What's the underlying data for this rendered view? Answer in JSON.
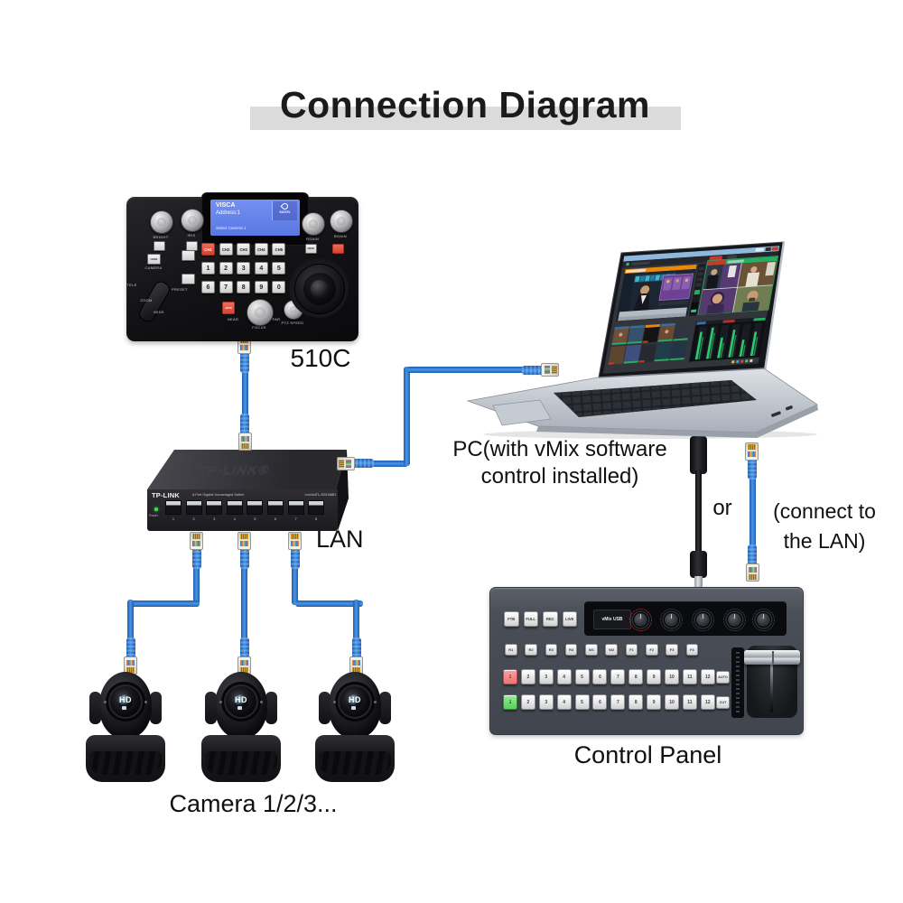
{
  "title": "Connection Diagram",
  "joystick_controller": {
    "label": "510C",
    "screen": {
      "protocol": "VISCA",
      "address": "Address:1",
      "status": "Select Camera 1",
      "brand": "KATOV"
    },
    "knob_labels": {
      "bright": "BRIGHT",
      "iris": "IRIS",
      "rgain": "RGAIN",
      "bgain": "BGAIN"
    },
    "channel_buttons": [
      "CH1",
      "CH2",
      "CH3",
      "CH4",
      "CH5"
    ],
    "digit_rows": [
      [
        "1",
        "2",
        "3",
        "4",
        "5"
      ],
      [
        "6",
        "7",
        "8",
        "9",
        "0"
      ]
    ],
    "labels": {
      "camera": "CAMERA",
      "preset": "PRESET",
      "tele": "TELE",
      "zoom": "ZOOM",
      "wide": "WIDE",
      "near": "NEAR",
      "focus": "FOCUS",
      "far": "FAR",
      "ptz_speed": "PTZ SPEED",
      "auto": "AUTO",
      "menu": "MENU",
      "home": "HOME"
    }
  },
  "network_switch": {
    "label": "LAN",
    "brand": "TP-LINK",
    "brand_embossed": "TP-LINK®",
    "description": "8-Port Gigabit Unmanaged Switch",
    "model": "TL-SG1008D",
    "power_label": "Power",
    "link_label": "Link/Act",
    "port_numbers": [
      "1",
      "2",
      "3",
      "4",
      "5",
      "6",
      "7",
      "8"
    ]
  },
  "pc": {
    "caption_line1": "PC(with vMix software",
    "caption_line2": "control installed)"
  },
  "alt_connection": {
    "or_label": "or",
    "caption_line1": "(connect to",
    "caption_line2": "the LAN)"
  },
  "control_panel": {
    "label": "Control Panel",
    "display_label": "vMix USB",
    "top_buttons": [
      "FTB",
      "FULL",
      "REC",
      "LIVE"
    ],
    "function_buttons": [
      "R1",
      "R2",
      "R3",
      "R4",
      "W1",
      "W2",
      "F1",
      "F2",
      "F3",
      "F4"
    ],
    "program_buttons": [
      "1",
      "2",
      "3",
      "4",
      "5",
      "6",
      "7",
      "8",
      "9",
      "10",
      "11",
      "12"
    ],
    "preview_buttons": [
      "1",
      "2",
      "3",
      "4",
      "5",
      "6",
      "7",
      "8",
      "9",
      "10",
      "11",
      "12"
    ],
    "auto_button": "AUTO",
    "cut_button": "CUT"
  },
  "cameras": {
    "label": "Camera 1/2/3...",
    "badge": "HD"
  },
  "colors": {
    "cable": "#2e7dd6",
    "title_highlight": "#dbdbdb",
    "program_active": "#ee7474",
    "preview_active": "#5ad05a"
  }
}
